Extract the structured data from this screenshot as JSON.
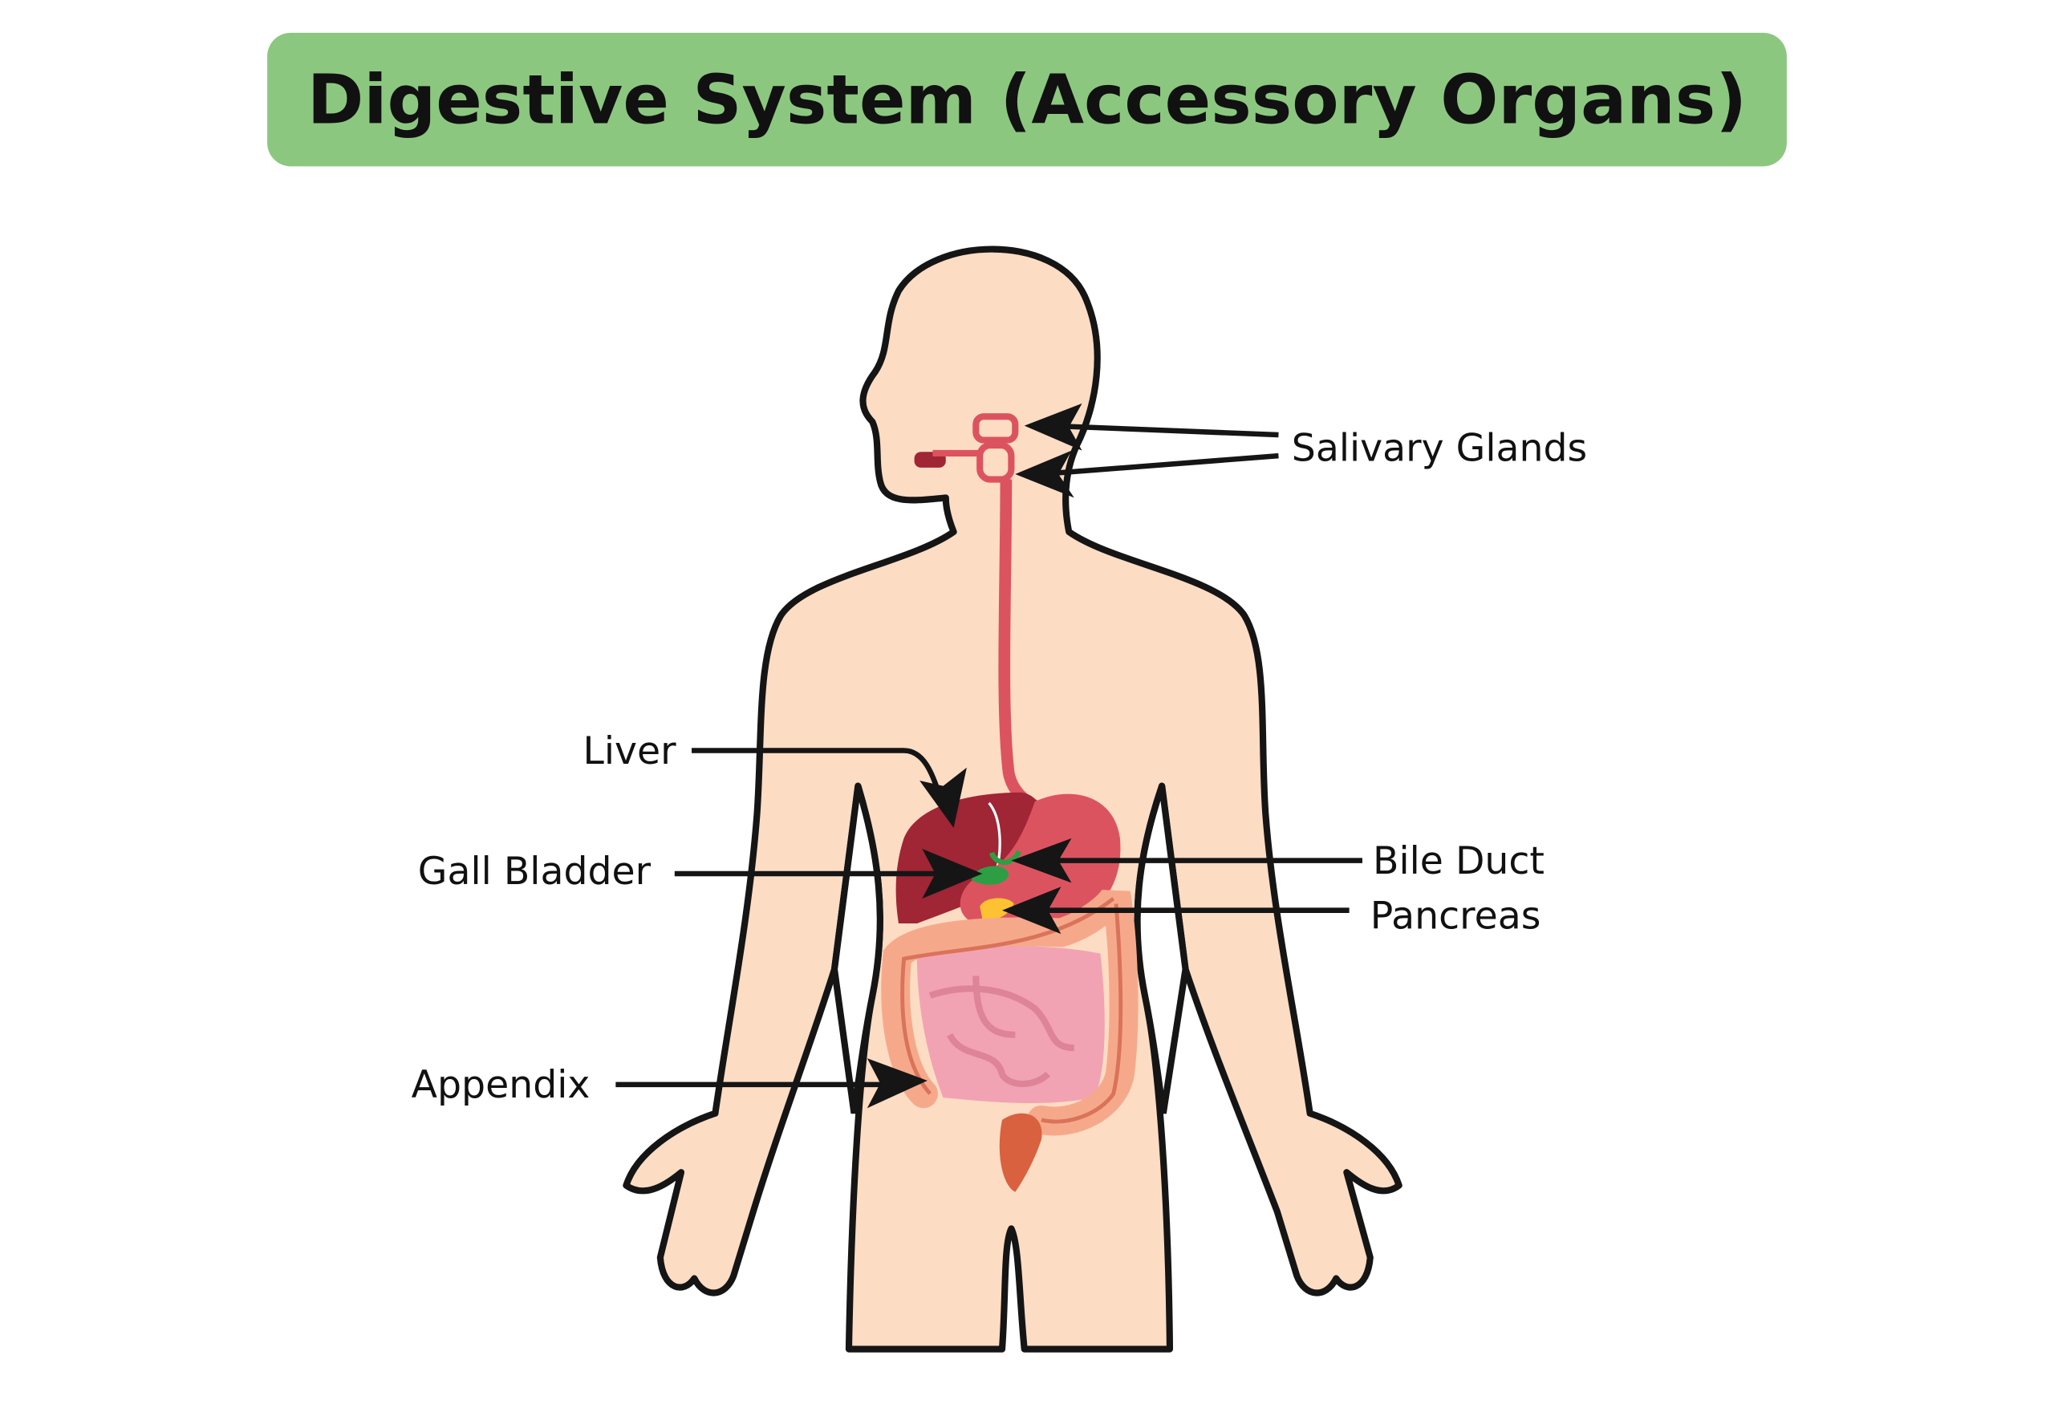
{
  "title": "Digestive System (Accessory Organs)",
  "labels": {
    "salivary_glands": "Salivary Glands",
    "liver": "Liver",
    "gall_bladder": "Gall Bladder",
    "bile_duct": "Bile Duct",
    "pancreas": "Pancreas",
    "appendix": "Appendix"
  },
  "colors": {
    "title_bg": "#8cc780",
    "skin": "#fddcc4",
    "liver": "#a02535",
    "stomach": "#dc5360",
    "gall_bladder": "#2e9e44",
    "pancreas": "#fcc232",
    "small_intestine": "#f2a3b3",
    "large_intestine": "#f6a98a",
    "rectum": "#d9613f"
  }
}
